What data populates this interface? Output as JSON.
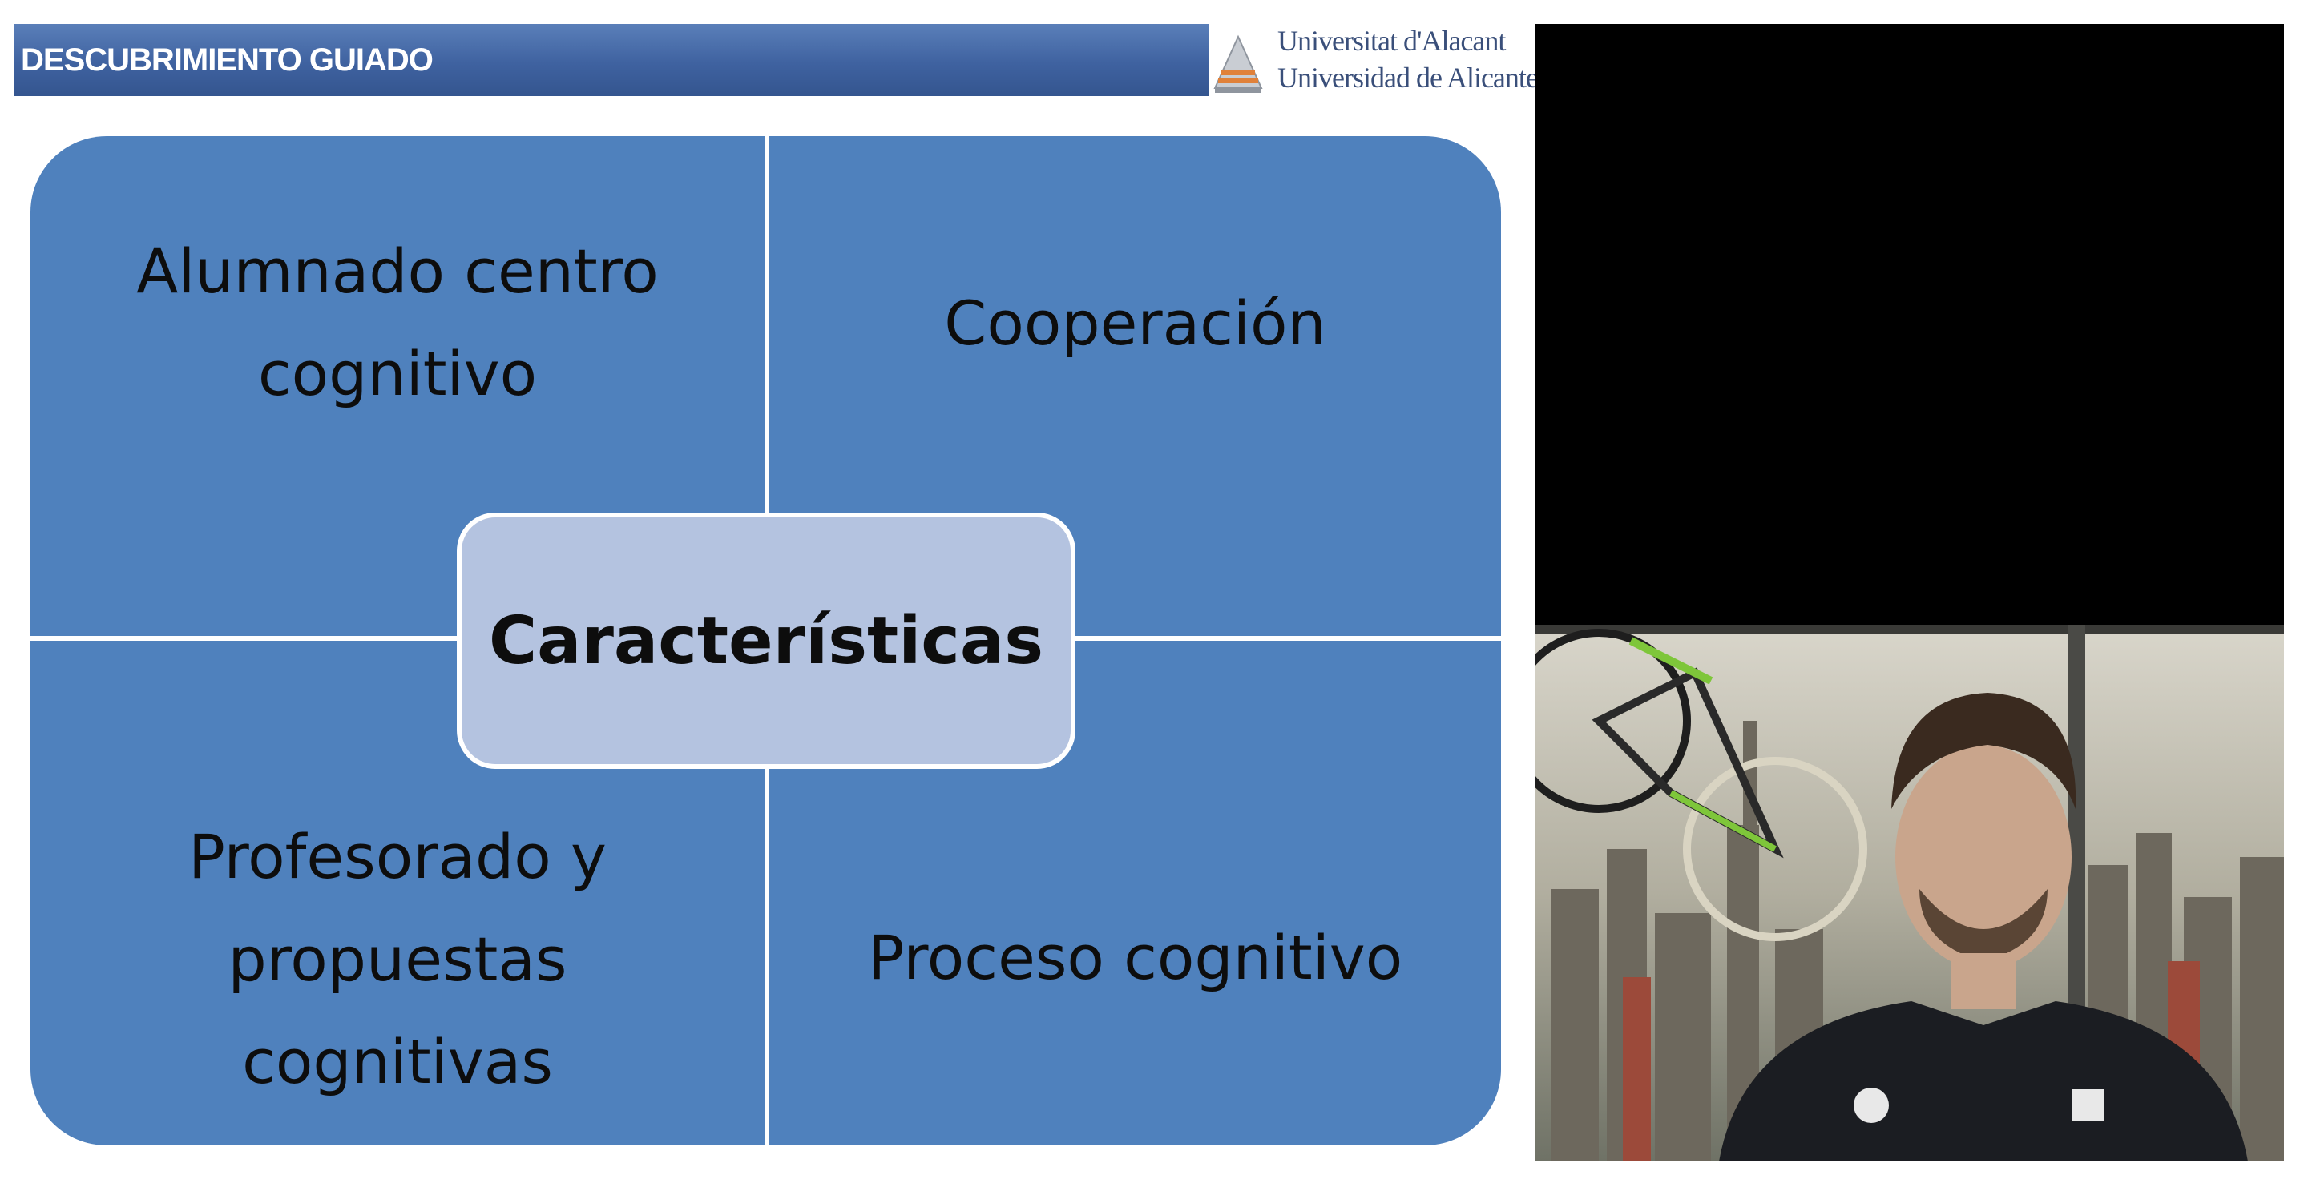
{
  "slide": {
    "banner_title": "DESCUBRIMIENTO GUIADO",
    "logo": {
      "line1": "Universitat d'Alacant",
      "line2": "Universidad de Alicante"
    },
    "center_label": "Características",
    "quadrants": {
      "top_left": [
        "Alumnado centro",
        "cognitivo"
      ],
      "top_right": [
        "Cooperación"
      ],
      "bottom_left": [
        "Profesorado y",
        "propuestas",
        "cognitivas"
      ],
      "bottom_right": [
        "Proceso cognitivo"
      ]
    }
  },
  "colors": {
    "banner": "#3f62a0",
    "matrix": "#4f81bd",
    "center_box": "#b4c3e0",
    "text": "#0d0d0d"
  },
  "webcam": {
    "icon": "presenter-video-feed"
  }
}
